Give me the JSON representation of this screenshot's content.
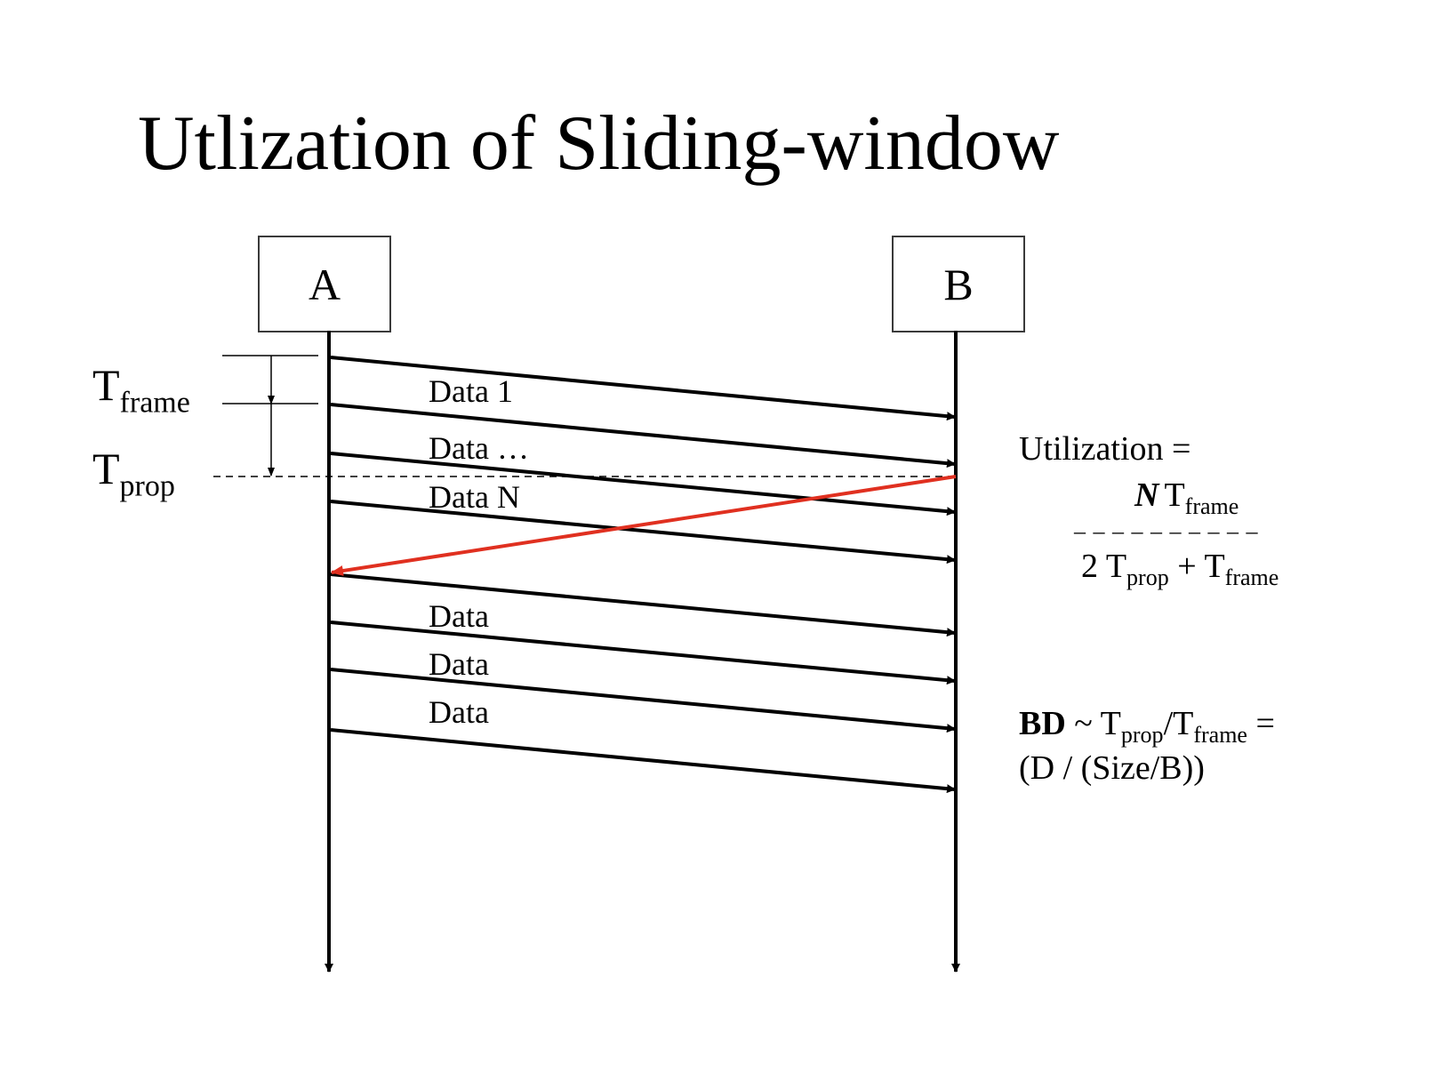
{
  "title": "Utlization of Sliding-window",
  "nodes": {
    "a": "A",
    "b": "B"
  },
  "timing": {
    "t_frame": {
      "base": "T",
      "sub": "frame"
    },
    "t_prop": {
      "base": "T",
      "sub": "prop"
    }
  },
  "messages": [
    "Data 1",
    "Data …",
    "Data N",
    "Data",
    "Data",
    "Data"
  ],
  "utilization": {
    "label": "Utilization =",
    "numerator_italic": "N",
    "numerator_base": "T",
    "numerator_sub": "frame",
    "divider": "– – – – – – – – – –",
    "denominator_prefix": "2 T",
    "denominator_sub1": "prop",
    "denominator_mid": " + T",
    "denominator_sub2": "frame"
  },
  "bd": {
    "bold": "BD",
    "part1": " ~ T",
    "sub1": "prop",
    "part2": "/T",
    "sub2": "frame",
    "part3": " =",
    "line2": "(D / (Size/B))"
  },
  "colors": {
    "line": "#000000",
    "ack": "#e03020",
    "box_border": "#3a3a3a"
  }
}
